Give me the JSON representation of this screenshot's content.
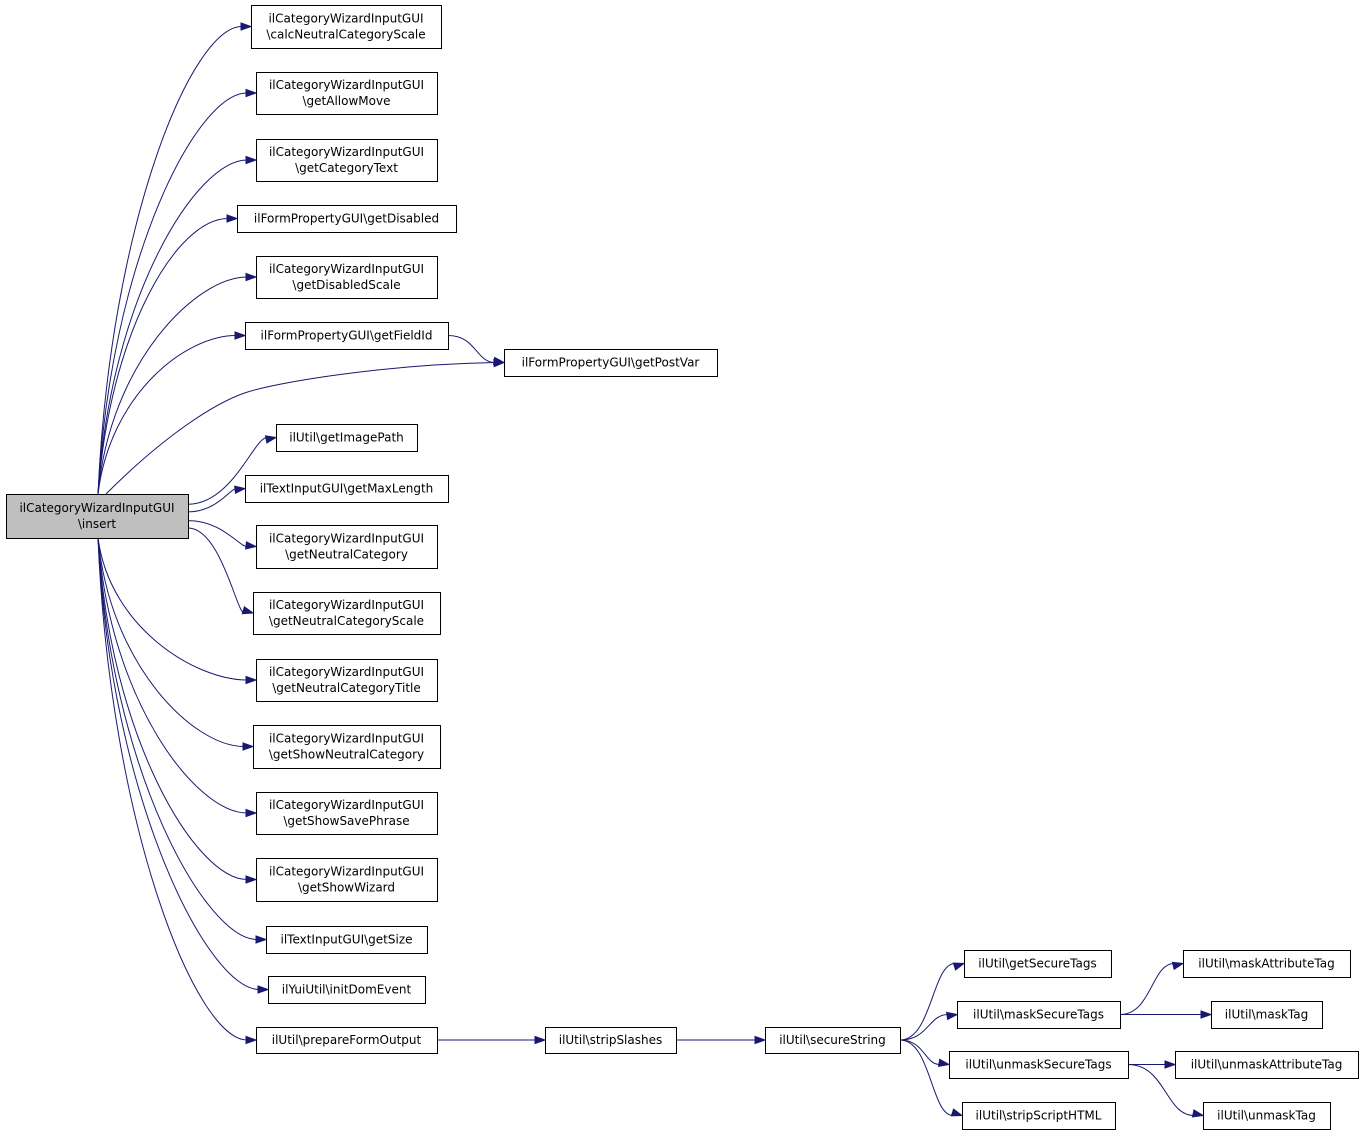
{
  "nodes": [
    {
      "id": "insert",
      "lines": [
        "ilCategoryWizardInputGUI",
        "\\insert"
      ],
      "root": true
    },
    {
      "id": "calcNeutralCategoryScale",
      "lines": [
        "ilCategoryWizardInputGUI",
        "\\calcNeutralCategoryScale"
      ]
    },
    {
      "id": "getAllowMove",
      "lines": [
        "ilCategoryWizardInputGUI",
        "\\getAllowMove"
      ]
    },
    {
      "id": "getCategoryText",
      "lines": [
        "ilCategoryWizardInputGUI",
        "\\getCategoryText"
      ]
    },
    {
      "id": "getDisabled",
      "lines": [
        "ilFormPropertyGUI\\getDisabled"
      ]
    },
    {
      "id": "getDisabledScale",
      "lines": [
        "ilCategoryWizardInputGUI",
        "\\getDisabledScale"
      ]
    },
    {
      "id": "getFieldId",
      "lines": [
        "ilFormPropertyGUI\\getFieldId"
      ]
    },
    {
      "id": "getPostVar",
      "lines": [
        "ilFormPropertyGUI\\getPostVar"
      ]
    },
    {
      "id": "getImagePath",
      "lines": [
        "ilUtil\\getImagePath"
      ]
    },
    {
      "id": "getMaxLength",
      "lines": [
        "ilTextInputGUI\\getMaxLength"
      ]
    },
    {
      "id": "getNeutralCategory",
      "lines": [
        "ilCategoryWizardInputGUI",
        "\\getNeutralCategory"
      ]
    },
    {
      "id": "getNeutralCategoryScale",
      "lines": [
        "ilCategoryWizardInputGUI",
        "\\getNeutralCategoryScale"
      ]
    },
    {
      "id": "getNeutralCategoryTitle",
      "lines": [
        "ilCategoryWizardInputGUI",
        "\\getNeutralCategoryTitle"
      ]
    },
    {
      "id": "getShowNeutralCategory",
      "lines": [
        "ilCategoryWizardInputGUI",
        "\\getShowNeutralCategory"
      ]
    },
    {
      "id": "getShowSavePhrase",
      "lines": [
        "ilCategoryWizardInputGUI",
        "\\getShowSavePhrase"
      ]
    },
    {
      "id": "getShowWizard",
      "lines": [
        "ilCategoryWizardInputGUI",
        "\\getShowWizard"
      ]
    },
    {
      "id": "getSize",
      "lines": [
        "ilTextInputGUI\\getSize"
      ]
    },
    {
      "id": "initDomEvent",
      "lines": [
        "ilYuiUtil\\initDomEvent"
      ]
    },
    {
      "id": "prepareFormOutput",
      "lines": [
        "ilUtil\\prepareFormOutput"
      ]
    },
    {
      "id": "stripSlashes",
      "lines": [
        "ilUtil\\stripSlashes"
      ]
    },
    {
      "id": "secureString",
      "lines": [
        "ilUtil\\secureString"
      ]
    },
    {
      "id": "getSecureTags",
      "lines": [
        "ilUtil\\getSecureTags"
      ]
    },
    {
      "id": "maskSecureTags",
      "lines": [
        "ilUtil\\maskSecureTags"
      ]
    },
    {
      "id": "unmaskSecureTags",
      "lines": [
        "ilUtil\\unmaskSecureTags"
      ]
    },
    {
      "id": "stripScriptHTML",
      "lines": [
        "ilUtil\\stripScriptHTML"
      ]
    },
    {
      "id": "maskAttributeTag",
      "lines": [
        "ilUtil\\maskAttributeTag"
      ]
    },
    {
      "id": "maskTag",
      "lines": [
        "ilUtil\\maskTag"
      ]
    },
    {
      "id": "unmaskAttributeTag",
      "lines": [
        "ilUtil\\unmaskAttributeTag"
      ]
    },
    {
      "id": "unmaskTag",
      "lines": [
        "ilUtil\\unmaskTag"
      ]
    }
  ],
  "edges": [
    {
      "from": "insert",
      "to": "calcNeutralCategoryScale"
    },
    {
      "from": "insert",
      "to": "getAllowMove"
    },
    {
      "from": "insert",
      "to": "getCategoryText"
    },
    {
      "from": "insert",
      "to": "getDisabled"
    },
    {
      "from": "insert",
      "to": "getDisabledScale"
    },
    {
      "from": "insert",
      "to": "getFieldId"
    },
    {
      "from": "insert",
      "to": "getPostVar"
    },
    {
      "from": "insert",
      "to": "getImagePath"
    },
    {
      "from": "insert",
      "to": "getMaxLength"
    },
    {
      "from": "insert",
      "to": "getNeutralCategory"
    },
    {
      "from": "insert",
      "to": "getNeutralCategoryScale"
    },
    {
      "from": "insert",
      "to": "getNeutralCategoryTitle"
    },
    {
      "from": "insert",
      "to": "getShowNeutralCategory"
    },
    {
      "from": "insert",
      "to": "getShowSavePhrase"
    },
    {
      "from": "insert",
      "to": "getShowWizard"
    },
    {
      "from": "insert",
      "to": "getSize"
    },
    {
      "from": "insert",
      "to": "initDomEvent"
    },
    {
      "from": "insert",
      "to": "prepareFormOutput"
    },
    {
      "from": "getFieldId",
      "to": "getPostVar"
    },
    {
      "from": "prepareFormOutput",
      "to": "stripSlashes"
    },
    {
      "from": "stripSlashes",
      "to": "secureString"
    },
    {
      "from": "secureString",
      "to": "getSecureTags"
    },
    {
      "from": "secureString",
      "to": "maskSecureTags"
    },
    {
      "from": "secureString",
      "to": "unmaskSecureTags"
    },
    {
      "from": "secureString",
      "to": "stripScriptHTML"
    },
    {
      "from": "maskSecureTags",
      "to": "maskAttributeTag"
    },
    {
      "from": "maskSecureTags",
      "to": "maskTag"
    },
    {
      "from": "unmaskSecureTags",
      "to": "unmaskAttributeTag"
    },
    {
      "from": "unmaskSecureTags",
      "to": "unmaskTag"
    }
  ],
  "colors": {
    "edge": "#191970",
    "root_fill": "#bfbfbf",
    "node_fill": "#ffffff",
    "node_border": "#000000"
  }
}
